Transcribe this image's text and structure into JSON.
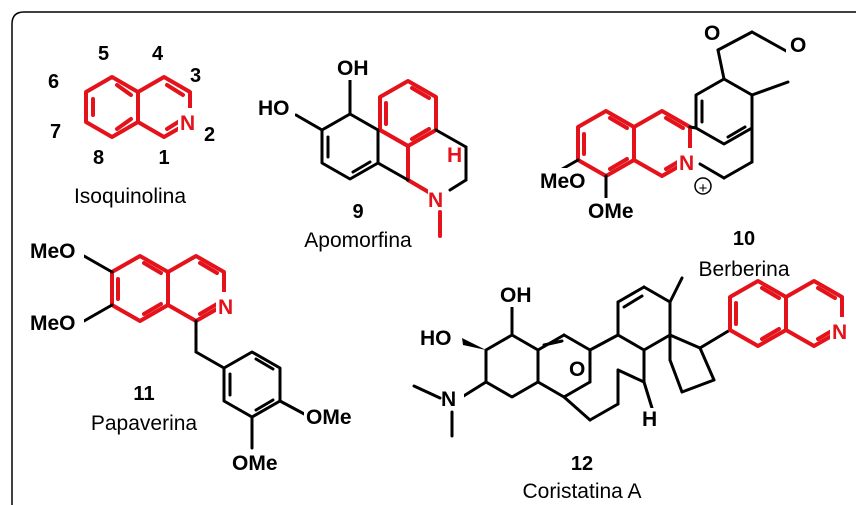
{
  "colors": {
    "highlight": "#e4131b",
    "ink": "#000000"
  },
  "isoquinoline": {
    "name": "Isoquinolina",
    "n_label": "N",
    "positions": [
      "1",
      "2",
      "3",
      "4",
      "5",
      "6",
      "7",
      "8"
    ]
  },
  "apomorphine": {
    "number": "9",
    "name": "Apomorfina",
    "oh_top": "OH",
    "ho_left": "HO",
    "h_label": "H",
    "n_label": "N"
  },
  "berberine": {
    "number": "10",
    "name": "Berberina",
    "meo": "MeO",
    "ome": "OMe",
    "n_label": "N",
    "charge": "+",
    "o_top": "O",
    "o_right": "O"
  },
  "papaverine": {
    "number": "11",
    "name": "Papaverina",
    "meo_top": "MeO",
    "meo_bottom": "MeO",
    "n_label": "N",
    "ome_right": "OMe",
    "ome_bottom": "OMe"
  },
  "cortistatin": {
    "number": "12",
    "name": "Coristatina A",
    "oh": "OH",
    "ho": "HO",
    "n_dimethyl": "N",
    "o_bridge": "O",
    "h_label": "H",
    "n_isoq": "N"
  }
}
